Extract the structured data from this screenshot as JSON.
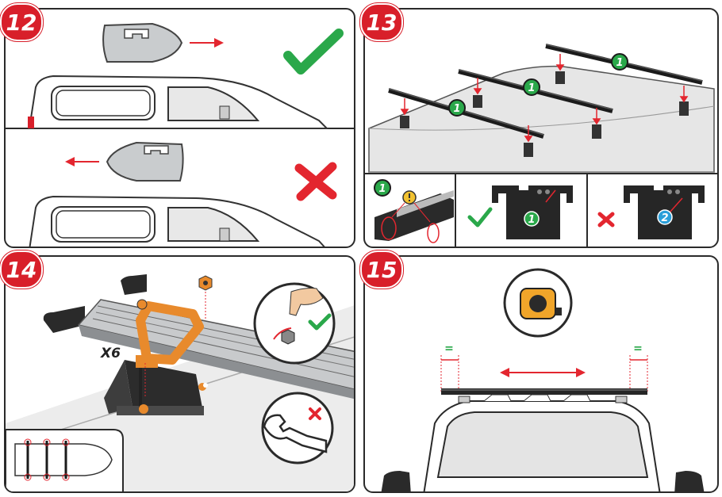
{
  "steps": {
    "s12": {
      "number": "12"
    },
    "s13": {
      "number": "13",
      "marker_1": "1",
      "marker_2": "2"
    },
    "s14": {
      "number": "14",
      "quantity": "X6"
    },
    "s15": {
      "number": "15",
      "equal_sign": "="
    }
  },
  "colors": {
    "step_badge": "#d81f2a",
    "correct": "#2aa84a",
    "wrong": "#e3262f",
    "arrow": "#e3262f",
    "bracket": "#e88a2c",
    "marker_blue": "#2b9fd9",
    "tape_measure": "#f0a52a"
  },
  "icons": [
    "check-icon",
    "cross-icon",
    "arrow-right-icon",
    "arrow-left-icon",
    "warning-icon",
    "wrench-icon",
    "tape-measure-icon",
    "double-arrow-icon"
  ]
}
